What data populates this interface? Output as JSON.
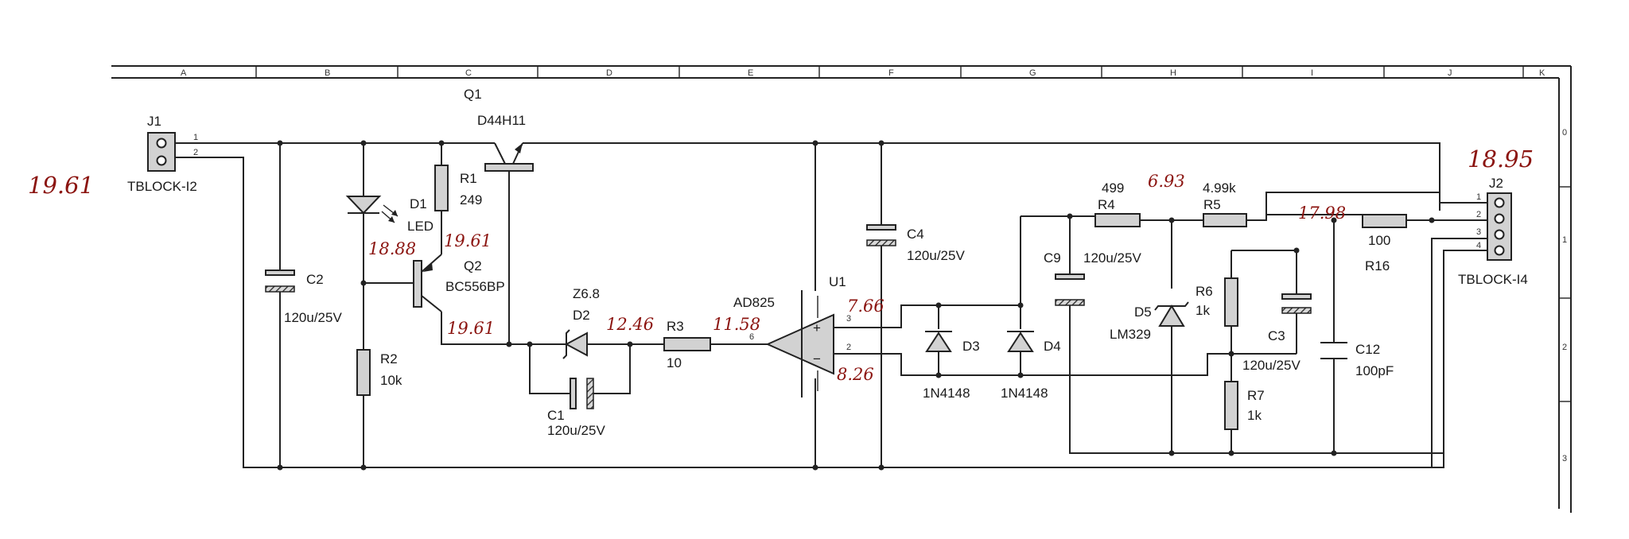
{
  "frame": {
    "columns": [
      "A",
      "B",
      "C",
      "D",
      "E",
      "F",
      "G",
      "H",
      "I",
      "J",
      "K"
    ],
    "rows": [
      "0",
      "1",
      "2",
      "3"
    ]
  },
  "components": {
    "j1": {
      "ref": "J1",
      "value": "TBLOCK-I2",
      "pin1": "1",
      "pin2": "2"
    },
    "j2": {
      "ref": "J2",
      "value": "TBLOCK-I4",
      "pin1": "1",
      "pin2": "2",
      "pin3": "3",
      "pin4": "4"
    },
    "q1": {
      "ref": "Q1",
      "value": "D44H11"
    },
    "q2": {
      "ref": "Q2",
      "value": "BC556BP"
    },
    "r1": {
      "ref": "R1",
      "value": "249"
    },
    "r2": {
      "ref": "R2",
      "value": "10k"
    },
    "r3": {
      "ref": "R3",
      "value": "10"
    },
    "r4": {
      "ref": "R4",
      "value": "499"
    },
    "r5": {
      "ref": "R5",
      "value": "4.99k"
    },
    "r6": {
      "ref": "R6",
      "value": "1k"
    },
    "r7": {
      "ref": "R7",
      "value": "1k"
    },
    "r16": {
      "ref": "R16",
      "value": "100"
    },
    "c1": {
      "ref": "C1",
      "value": "120u/25V"
    },
    "c2": {
      "ref": "C2",
      "value": "120u/25V"
    },
    "c3": {
      "ref": "C3",
      "value": "120u/25V"
    },
    "c4": {
      "ref": "C4",
      "value": "120u/25V"
    },
    "c9": {
      "ref": "C9",
      "value": "120u/25V"
    },
    "c12": {
      "ref": "C12",
      "value": "100pF"
    },
    "d1": {
      "ref": "D1",
      "value": "LED"
    },
    "d2": {
      "ref": "D2",
      "value": "Z6.8"
    },
    "d3": {
      "ref": "D3",
      "value": "1N4148"
    },
    "d4": {
      "ref": "D4",
      "value": "1N4148"
    },
    "d5": {
      "ref": "D5",
      "value": "LM329"
    },
    "u1": {
      "ref": "U1",
      "value": "AD825",
      "pin_plus": "3",
      "pin_minus": "2",
      "pin_out": "6",
      "sign_plus": "+",
      "sign_minus": "−"
    }
  },
  "annotations": {
    "j1_left": "19.61",
    "q2_emitter": "18.88",
    "r1_low": "19.61",
    "q2_collector": "19.61",
    "d2_out": "12.46",
    "r3_out": "11.58",
    "u1_plus": "7.66",
    "u1_minus": "8.26",
    "d5_top": "6.93",
    "r16_left": "17.98",
    "j2_top": "18.95"
  }
}
